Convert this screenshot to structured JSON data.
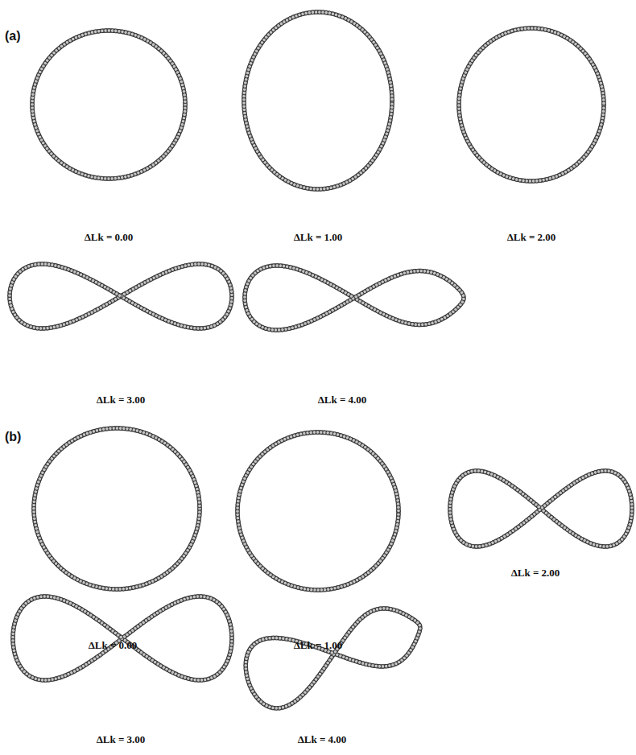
{
  "diagram": {
    "labels": [
      "(a)",
      "ΔLk = 0.00",
      "ΔLk = 1.00",
      "ΔLk = 2.00",
      "ΔLk = 3.00",
      "ΔLk = 4.00",
      "(b)",
      "ΔLk = 0.00",
      "ΔLk = 1.00",
      "ΔLk = 2.00",
      "ΔLk = 3.00",
      "ΔLk = 4.00"
    ]
  }
}
